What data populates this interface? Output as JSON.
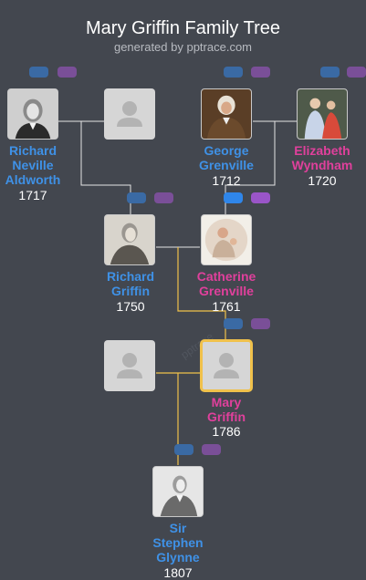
{
  "header": {
    "title": "Mary Griffin Family Tree",
    "subtitle": "generated by pptrace.com"
  },
  "people": {
    "richard_neville_aldworth": {
      "name": "Richard Neville Aldworth",
      "lines": [
        "Richard",
        "Neville",
        "Aldworth"
      ],
      "year": "1717",
      "gender": "male",
      "portrait": "portrait"
    },
    "unknown_spouse_1": {
      "gender": "unknown",
      "portrait": "placeholder"
    },
    "george_grenville": {
      "name": "George Grenville",
      "lines": [
        "George",
        "Grenville"
      ],
      "year": "1712",
      "gender": "male",
      "portrait": "portrait"
    },
    "elizabeth_wyndham": {
      "name": "Elizabeth Wyndham",
      "lines": [
        "Elizabeth",
        "Wyndham"
      ],
      "year": "1720",
      "gender": "female",
      "portrait": "portrait"
    },
    "richard_griffin": {
      "name": "Richard Griffin",
      "lines": [
        "Richard",
        "Griffin"
      ],
      "year": "1750",
      "gender": "male",
      "portrait": "portrait"
    },
    "catherine_grenville": {
      "name": "Catherine Grenville",
      "lines": [
        "Catherine",
        "Grenville"
      ],
      "year": "1761",
      "gender": "female",
      "portrait": "portrait"
    },
    "unknown_spouse_2": {
      "gender": "unknown",
      "portrait": "placeholder"
    },
    "mary_griffin": {
      "name": "Mary Griffin",
      "lines": [
        "Mary",
        "Griffin"
      ],
      "year": "1786",
      "gender": "female",
      "portrait": "placeholder",
      "selected": true
    },
    "sir_stephen_glynne": {
      "name": "Sir Stephen Glynne",
      "lines": [
        "Sir",
        "Stephen",
        "Glynne"
      ],
      "year": "1807",
      "gender": "male",
      "portrait": "portrait"
    }
  },
  "colors": {
    "background": "#43474f",
    "male": "#3f91e6",
    "female": "#e0409c",
    "line": "#e6e6e6",
    "highlight_line": "#f0c14b",
    "toggle_blue": "#3a6aa4",
    "toggle_purple": "#7a4f98"
  },
  "watermark": "pptrace"
}
